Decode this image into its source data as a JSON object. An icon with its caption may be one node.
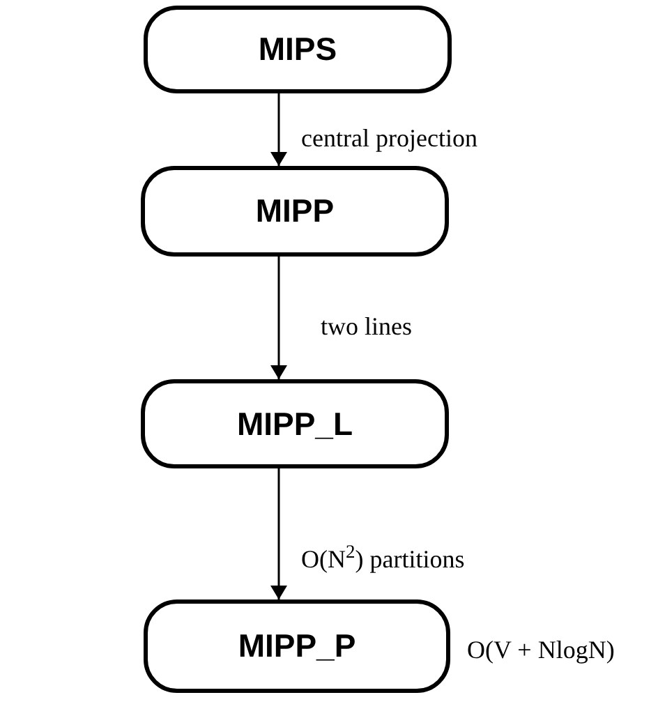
{
  "diagram": {
    "nodes": [
      {
        "text": [
          "MIPS"
        ]
      },
      {
        "text": [
          "MIPP"
        ]
      },
      {
        "text": [
          "MIPP_L"
        ]
      },
      {
        "text": [
          "MIPP_P"
        ],
        "beside": [
          "O(V + NlogN)"
        ]
      }
    ],
    "edges": [
      {
        "from": 0,
        "to": 1,
        "arrow": "to",
        "label": "central projection"
      },
      {
        "from": 1,
        "to": 2,
        "arrow": "to",
        "label": "two lines"
      },
      {
        "from": 2,
        "to": 3,
        "arrow": "to",
        "label": "O(N$^{2}$) partitions"
      }
    ]
  }
}
